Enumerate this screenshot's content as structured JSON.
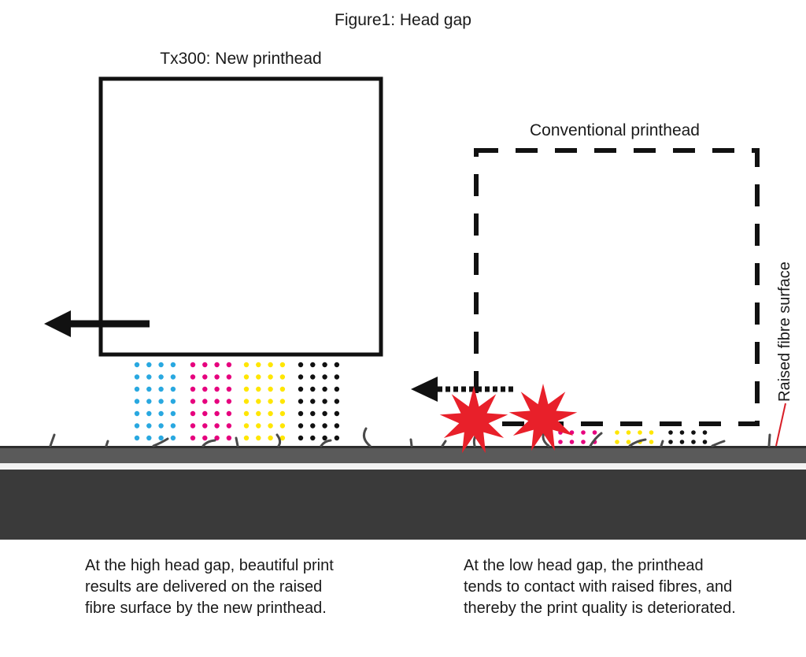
{
  "figure_title": "Figure1: Head gap",
  "new_printhead_label": "Tx300: New printhead",
  "conventional_printhead_label": "Conventional printhead",
  "surface_label": "Raised fibre surface",
  "captions": {
    "left": [
      "At the high head gap, beautiful print",
      "results are delivered on the raised",
      "fibre surface by the new printhead."
    ],
    "right": [
      "At the low head gap, the printhead",
      "tends to contact with raised fibres, and",
      "thereby the print quality is deteriorated."
    ]
  },
  "colors": {
    "cyan_ink": "#29a8e0",
    "magenta_ink": "#e6007e",
    "yellow_ink": "#ffe600",
    "black_ink": "#111111",
    "contact_burst": "#e8202a",
    "substrate_top": "#5a5a5a",
    "substrate_base": "#3a3a3a",
    "fibre": "#4a4a4a"
  },
  "icons": [
    "arrow-left-icon",
    "dotted-arrow-left-icon",
    "contact-burst-icon"
  ]
}
